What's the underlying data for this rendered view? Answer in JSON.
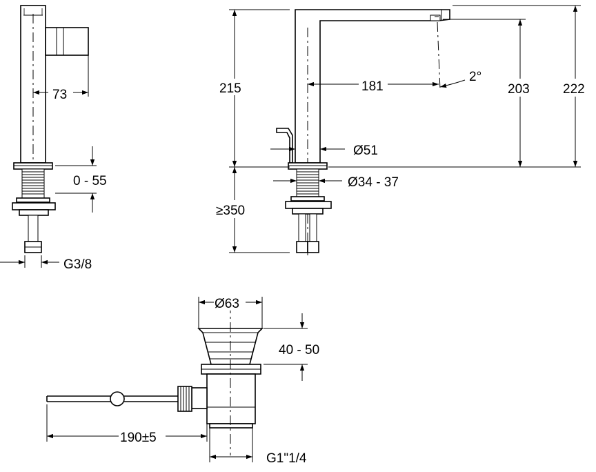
{
  "dimensions": {
    "side_spout_offset": "73",
    "adjust_range": "0 - 55",
    "thread_connection": "G3/8",
    "height_215": "215",
    "reach": "181",
    "angle": "2°",
    "height_203": "203",
    "height_222": "222",
    "base_diameter": "Ø51",
    "hole_diameter": "Ø34 - 37",
    "min_hose_length": "≥350",
    "waste_diameter": "Ø63",
    "waste_height": "40 - 50",
    "rod_length": "190±5",
    "waste_thread": "G1\"1/4"
  }
}
